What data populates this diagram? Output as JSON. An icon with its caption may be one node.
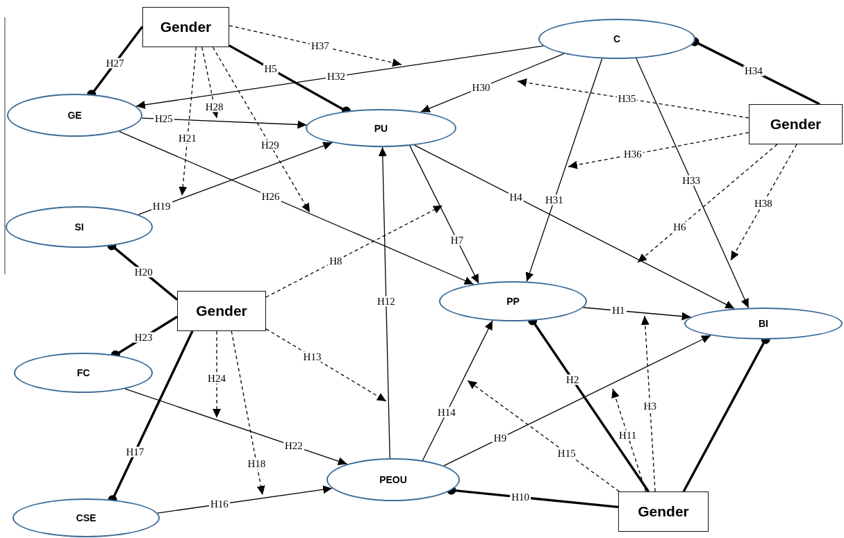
{
  "diagram": {
    "nodes": [
      {
        "text": [
          "Gender"
        ]
      },
      {
        "text": [
          "C"
        ]
      },
      {
        "text": [
          "GE"
        ]
      },
      {
        "text": [
          "PU"
        ]
      },
      {
        "text": [
          "Gender"
        ]
      },
      {
        "text": [
          "SI"
        ]
      },
      {
        "text": [
          "Gender"
        ]
      },
      {
        "text": [
          "PP"
        ]
      },
      {
        "text": [
          "BI"
        ]
      },
      {
        "text": [
          "FC"
        ]
      },
      {
        "text": [
          "PEOU"
        ]
      },
      {
        "text": [
          "CSE"
        ]
      },
      {
        "text": [
          "Gender"
        ]
      }
    ],
    "edges": [
      {
        "from": 1,
        "to": 2,
        "arrow": "to",
        "label": "H32"
      },
      {
        "from": 1,
        "to": 3,
        "arrow": "to",
        "label": "H30"
      },
      {
        "from": 1,
        "to": 7,
        "arrow": "to",
        "label": "H31"
      },
      {
        "from": 1,
        "to": 8,
        "arrow": "to",
        "label": "H33"
      },
      {
        "from": 2,
        "to": 3,
        "arrow": "to",
        "label": "H25"
      },
      {
        "from": 2,
        "to": 7,
        "arrow": "to",
        "label": "H26"
      },
      {
        "from": 5,
        "to": 3,
        "arrow": "to",
        "label": "H19"
      },
      {
        "from": 3,
        "to": 8,
        "arrow": "to",
        "label": "H4"
      },
      {
        "from": 3,
        "to": 7,
        "arrow": "to",
        "label": "H7"
      },
      {
        "from": 10,
        "to": 3,
        "arrow": "to",
        "label": "H12"
      },
      {
        "from": 7,
        "to": 8,
        "arrow": "to",
        "label": "H1"
      },
      {
        "from": 10,
        "to": 7,
        "arrow": "to",
        "label": "H14"
      },
      {
        "from": 10,
        "to": 8,
        "arrow": "to",
        "label": "H9"
      },
      {
        "from": 9,
        "to": 10,
        "arrow": "to",
        "label": "H22"
      },
      {
        "from": 11,
        "to": 10,
        "arrow": "to",
        "label": "H16"
      },
      {
        "from": 0,
        "to": 2,
        "arrow": "other",
        "label": "H27",
        "style": "thick"
      },
      {
        "from": 0,
        "to": 3,
        "arrow": "other",
        "label": "H5",
        "style": "thick"
      },
      {
        "from": 4,
        "to": 1,
        "arrow": "other",
        "label": "H34",
        "style": "thick"
      },
      {
        "from": 6,
        "to": 5,
        "arrow": "other",
        "label": "H20",
        "style": "thick"
      },
      {
        "from": 6,
        "to": 9,
        "arrow": "other",
        "label": "H23",
        "style": "thick"
      },
      {
        "from": 6,
        "to": 11,
        "arrow": "other",
        "label": "H17",
        "style": "thick"
      },
      {
        "from": 12,
        "to": 7,
        "arrow": "other",
        "label": "H2",
        "style": "thick"
      },
      {
        "from": 12,
        "to": 10,
        "arrow": "other",
        "label": "H10",
        "style": "thick"
      },
      {
        "from": 12,
        "to": 8,
        "arrow": "other",
        "style": "thick"
      },
      {
        "from": 0,
        "to": null,
        "arrow": "to",
        "label": "H37",
        "style": "dashed"
      },
      {
        "from": 0,
        "to": null,
        "arrow": "to",
        "label": "H28",
        "style": "dashed"
      },
      {
        "from": 0,
        "to": null,
        "arrow": "to",
        "label": "H21",
        "style": "dashed"
      },
      {
        "from": 0,
        "to": null,
        "arrow": "to",
        "label": "H29",
        "style": "dashed"
      },
      {
        "from": 4,
        "to": null,
        "arrow": "to",
        "label": "H35",
        "style": "dashed"
      },
      {
        "from": 4,
        "to": null,
        "arrow": "to",
        "label": "H36",
        "style": "dashed"
      },
      {
        "from": 4,
        "to": null,
        "arrow": "to",
        "label": "H6",
        "style": "dashed"
      },
      {
        "from": 4,
        "to": null,
        "arrow": "to",
        "label": "H38",
        "style": "dashed"
      },
      {
        "from": 6,
        "to": null,
        "arrow": "to",
        "label": "H8",
        "style": "dashed"
      },
      {
        "from": 6,
        "to": null,
        "arrow": "to",
        "label": "H13",
        "style": "dashed"
      },
      {
        "from": 6,
        "to": null,
        "arrow": "to",
        "label": "H24",
        "style": "dashed"
      },
      {
        "from": 6,
        "to": null,
        "arrow": "to",
        "label": "H18",
        "style": "dashed"
      },
      {
        "from": 12,
        "to": null,
        "arrow": "to",
        "label": "H15",
        "style": "dashed"
      },
      {
        "from": 12,
        "to": null,
        "arrow": "to",
        "label": "H11",
        "style": "dashed"
      },
      {
        "from": 12,
        "to": null,
        "arrow": "to",
        "label": "H3",
        "style": "dashed"
      }
    ]
  }
}
